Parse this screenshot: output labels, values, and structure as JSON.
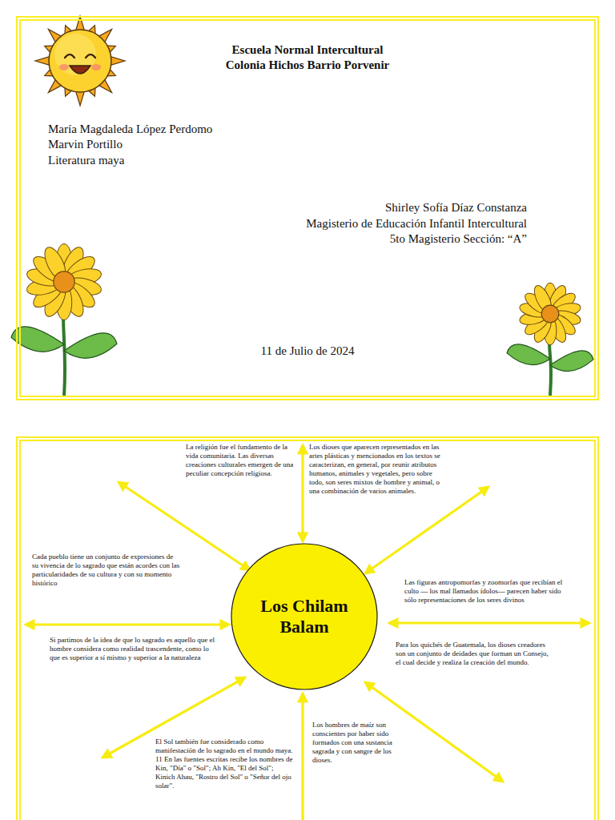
{
  "diagram": {
    "nodes": [
      {
        "text": [
          "Escuela Normal Intercultural",
          "Colonia Hichos Barrio Porvenir",
          "María Magdaleda López Perdomo",
          "Marvin Portillo",
          "Literatura maya",
          "Shirley Sofía Díaz Constanza",
          "Magisterio de Educación Infantil Intercultural",
          "5to Magisterio Sección: “A”",
          "11 de Julio de 2024"
        ]
      },
      {
        "text": [
          "La religión fue el fundamento de la vida comunitaria. Las diversas creaciones culturales emergen de una peculiar concepción religiosa.",
          "Los dioses que aparecen representados en las artes plásticas y mencionados en los textos se caracterizan, en general, por reunir atributos humanos, animales y vegetales, pero sobre todo, son seres mixtos de hombre y animal, o una combinación de varios animales.",
          "Cada pueblo tiene un conjunto de expresiones de su vivencia de lo sagrado que están acordes con las particularidades de su cultura y con su momento histórico",
          "Las figuras antropomorfas y zoomorfas que recibían el culto — los mal llamados ídolos— parecen haber sido sólo representaciones de los seres divinos",
          "Si partimos de la idea de que lo sagrado es aquello que el hombre considera como realidad trascendente, como lo que es superior a sí mismo y superior a la naturaleza",
          "El Sol también fue considerado como manifestación de lo sagrado en el mundo maya. 11 En las fuentes escritas recibe los nombres de Kin, \"Día\" o \"Sol\"; Ah Kin, \"El del Sol\"; Kinich Ahau, \"Rostro del Sol\" o \"Señor del ojo solar\".",
          "Para los quichés de Guatemala, los dioses creadores son un conjunto de deidades que forman un Consejo, el cual decide y realiza la creación del mundo.",
          "Los hombres de maíz son conscientes por haber sido formados con una sustancia sagrada y con sangre de los dioses."
        ]
      },
      {
        "text": [
          "Los Chilam Balam"
        ],
        "in": 1
      }
    ]
  }
}
